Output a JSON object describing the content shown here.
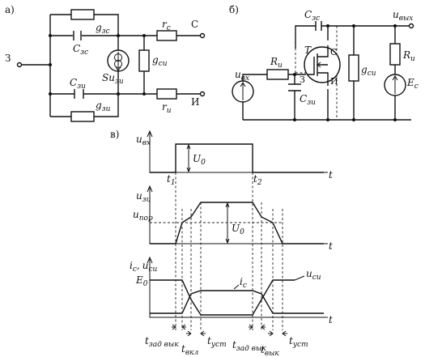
{
  "panels": {
    "a": {
      "label": "а)"
    },
    "b": {
      "label": "б)"
    },
    "c": {
      "label": "в)"
    }
  },
  "circuit_a": {
    "node_g": "З",
    "node_d": "С",
    "node_s": "И",
    "g_zs": {
      "main": "g",
      "sub": "зс"
    },
    "c_zs": {
      "main": "C",
      "sub": "зс"
    },
    "r_s": {
      "main": "r",
      "sub": "с"
    },
    "su_zi": {
      "main": "Su",
      "sub": "зи"
    },
    "g_si": {
      "main": "g",
      "sub": "си"
    },
    "c_zi": {
      "main": "C",
      "sub": "зи"
    },
    "g_zi": {
      "main": "g",
      "sub": "зи"
    },
    "r_i": {
      "main": "r",
      "sub": "и"
    }
  },
  "circuit_b": {
    "c_zs": {
      "main": "C",
      "sub": "зс"
    },
    "u_out": {
      "main": "u",
      "sub": "вых"
    },
    "transistor": "T",
    "pin_d": "С",
    "pin_g": "З",
    "pin_s": "И",
    "r_i_left": {
      "main": "R",
      "sub": "и"
    },
    "u_in": {
      "main": "u",
      "sub": "вх"
    },
    "c_zi": {
      "main": "C",
      "sub": "зи"
    },
    "g_si": {
      "main": "g",
      "sub": "си"
    },
    "r_i_right": {
      "main": "R",
      "sub": "и"
    },
    "e_s": {
      "main": "E",
      "sub": "с"
    }
  },
  "timing": {
    "u_in": {
      "main": "u",
      "sub": "вх"
    },
    "u0_top": {
      "main": "U",
      "sub": "0"
    },
    "t1": {
      "main": "t",
      "sub": "1"
    },
    "t2": {
      "main": "t",
      "sub": "2"
    },
    "t": "t",
    "u_zi": {
      "main": "u",
      "sub": "зи"
    },
    "u_por": {
      "main": "u",
      "sub": "пор"
    },
    "u0_mid": {
      "main": "U",
      "sub": "0"
    },
    "i_c_axis": {
      "main": "i",
      "sub": "с"
    },
    "comma": ",",
    "u_si_axis": {
      "main": "u",
      "sub": "си"
    },
    "e0": {
      "main": "E",
      "sub": "0"
    },
    "i_c_curve": {
      "main": "i",
      "sub": "с"
    },
    "u_si_curve": {
      "main": "u",
      "sub": "си"
    },
    "t_zad_vyk_1": {
      "main": "t",
      "sub": "зад вык"
    },
    "t_vkl": {
      "main": "t",
      "sub": "вкл"
    },
    "t_ust_1": {
      "main": "t",
      "sub": "уст"
    },
    "t_zad_vyk_2": {
      "main": "t",
      "sub": "зад вык"
    },
    "t_vyk": {
      "main": "t",
      "sub": "вык"
    },
    "t_ust_2": {
      "main": "t",
      "sub": "уст"
    }
  }
}
